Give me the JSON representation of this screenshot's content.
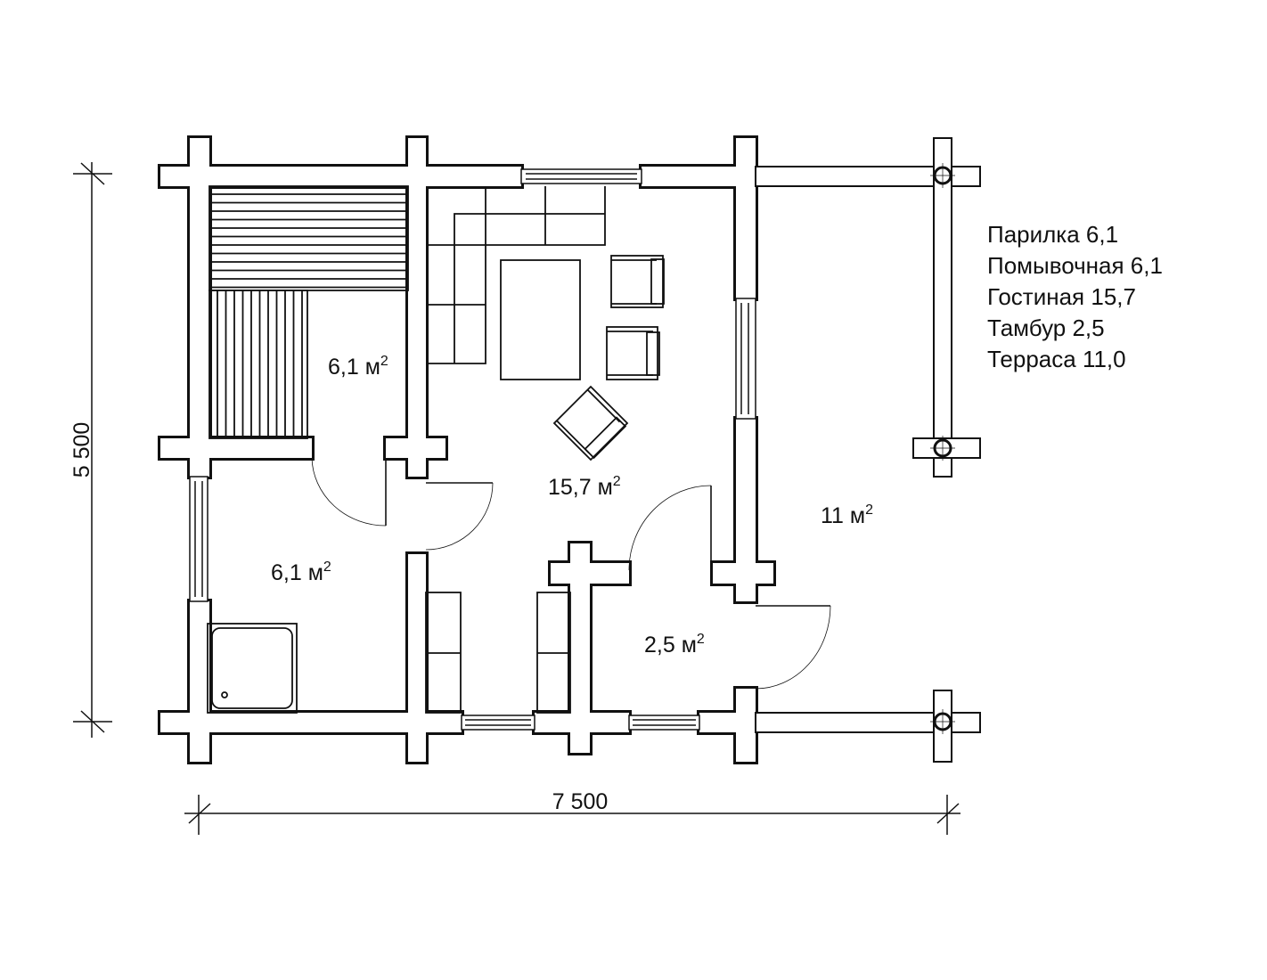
{
  "rooms": [
    {
      "id": "sauna",
      "area": "6,1 м",
      "unit_sup": "2"
    },
    {
      "id": "washroom",
      "area": "6,1 м",
      "unit_sup": "2"
    },
    {
      "id": "living",
      "area": "15,7 м",
      "unit_sup": "2"
    },
    {
      "id": "vestibule",
      "area": "2,5 м",
      "unit_sup": "2"
    },
    {
      "id": "terrace",
      "area": "11 м",
      "unit_sup": "2"
    }
  ],
  "legend": [
    "Парилка 6,1",
    "Помывочная 6,1",
    "Гостиная 15,7",
    "Тамбур 2,5",
    "Терраса 11,0"
  ],
  "dimensions": {
    "width": "7 500",
    "height": "5 500"
  },
  "colors": {
    "line": "#111111",
    "background": "#ffffff"
  }
}
